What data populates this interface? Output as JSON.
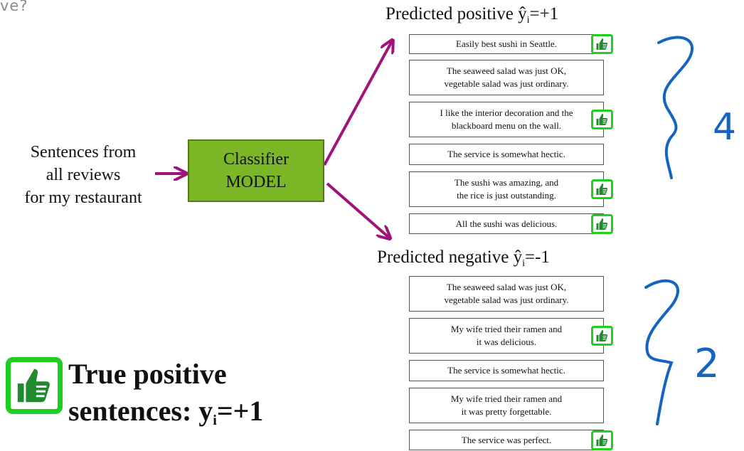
{
  "top_fragment": "ve?",
  "source_text": [
    "Sentences from",
    "all reviews",
    "for my restaurant"
  ],
  "model_box": {
    "line1": "Classifier",
    "line2": "MODEL"
  },
  "predicted_positive": {
    "prefix": "Predicted positive ŷ",
    "subscript": "i",
    "suffix": "=+1"
  },
  "predicted_negative": {
    "prefix": "Predicted negative ŷ",
    "subscript": "i",
    "suffix": "=-1"
  },
  "positive_sentences": [
    {
      "text": "Easily best sushi in Seattle.",
      "thumb": true
    },
    {
      "text": "The seaweed salad was just OK,\nvegetable salad was just ordinary.",
      "thumb": false
    },
    {
      "text": "I like the interior decoration and the\nblackboard menu on the wall.",
      "thumb": true
    },
    {
      "text": "The service is somewhat hectic.",
      "thumb": false
    },
    {
      "text": "The sushi was amazing, and\nthe rice is just outstanding.",
      "thumb": true
    },
    {
      "text": "All the sushi was delicious.",
      "thumb": true
    }
  ],
  "negative_sentences": [
    {
      "text": "The seaweed salad was just OK,\nvegetable salad was just ordinary.",
      "thumb": false
    },
    {
      "text": "My wife tried their ramen and\nit was delicious.",
      "thumb": true
    },
    {
      "text": "The service is somewhat hectic.",
      "thumb": false
    },
    {
      "text": "My wife tried their ramen and\nit was pretty forgettable.",
      "thumb": false
    },
    {
      "text": "The service was perfect.",
      "thumb": true
    }
  ],
  "annotation_positive_count": "4",
  "annotation_negative_count": "2",
  "legend": {
    "line1": "True positive",
    "line2_prefix": "sentences: y",
    "line2_subscript": "i",
    "line2_suffix": "=+1"
  },
  "icons": {
    "thumb": "thumbs-up-icon"
  },
  "colors": {
    "model_fill": "#7bb626",
    "arrow": "#a0137a",
    "thumb_border": "#1fcf1f",
    "handwriting": "#1565c0"
  }
}
